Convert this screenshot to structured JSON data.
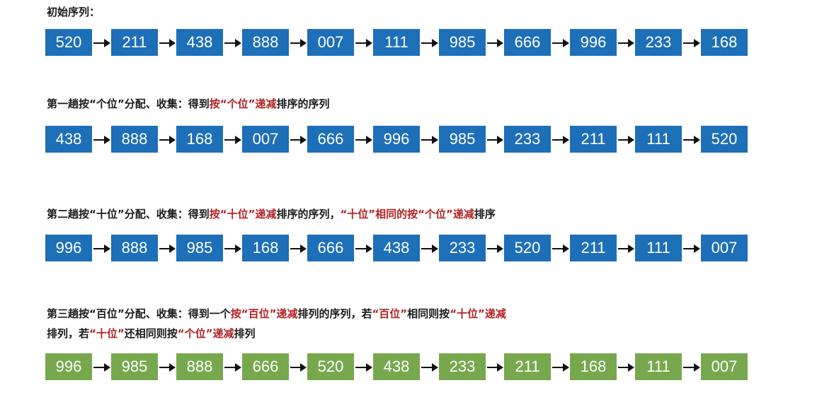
{
  "captions": [
    [
      {
        "t": "初始序列："
      }
    ],
    [
      {
        "t": "第一趟按“个位”分配、收集：得到"
      },
      {
        "t": "按“个位”递减",
        "c": "red"
      },
      {
        "t": "排序的序列"
      }
    ],
    [
      {
        "t": "第二趟按“十位”分配、收集：得到"
      },
      {
        "t": "按“十位”递减",
        "c": "red"
      },
      {
        "t": "排序的序列，"
      },
      {
        "t": "“十位”相同的按“个位”递减",
        "c": "red"
      },
      {
        "t": "排序"
      }
    ],
    [
      {
        "t": "第三趟按“百位”分配、收集：得到一个"
      },
      {
        "t": "按“百位”递减",
        "c": "red"
      },
      {
        "t": "排列的序列，若"
      },
      {
        "t": "“百位”",
        "c": "red"
      },
      {
        "t": "相同则按"
      },
      {
        "t": "“十位”递减",
        "c": "red"
      }
    ],
    [
      {
        "t": "排列，若"
      },
      {
        "t": "“十位”",
        "c": "red"
      },
      {
        "t": "还相同则按"
      },
      {
        "t": "“个位”递减",
        "c": "red"
      },
      {
        "t": "排列"
      }
    ]
  ],
  "sequences": [
    {
      "name": "initial",
      "color": "blue",
      "values": [
        "520",
        "211",
        "438",
        "888",
        "007",
        "111",
        "985",
        "666",
        "996",
        "233",
        "168"
      ]
    },
    {
      "name": "pass-1-ones",
      "color": "blue",
      "values": [
        "438",
        "888",
        "168",
        "007",
        "666",
        "996",
        "985",
        "233",
        "211",
        "111",
        "520"
      ]
    },
    {
      "name": "pass-2-tens",
      "color": "blue",
      "values": [
        "996",
        "888",
        "985",
        "168",
        "666",
        "438",
        "233",
        "520",
        "211",
        "111",
        "007"
      ]
    },
    {
      "name": "pass-3-hundreds",
      "color": "green",
      "values": [
        "996",
        "985",
        "888",
        "666",
        "520",
        "438",
        "233",
        "211",
        "168",
        "111",
        "007"
      ]
    }
  ],
  "colors": {
    "blue": "#1d6fb8",
    "green": "#78a84e",
    "highlight": "#b22222"
  }
}
